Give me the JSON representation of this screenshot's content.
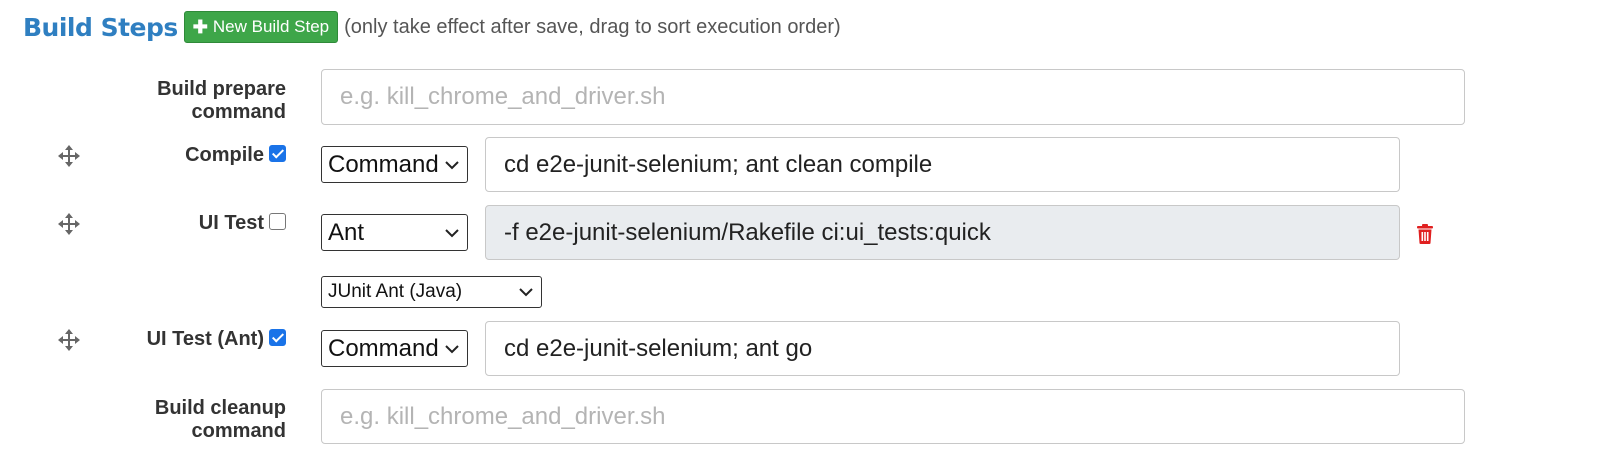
{
  "header": {
    "title": "Build Steps",
    "new_button_label": "New Build Step",
    "note": "(only take effect after save, drag to sort execution order)"
  },
  "steps": {
    "prepare": {
      "label_line1": "Build prepare",
      "label_line2": "command",
      "placeholder": "e.g. kill_chrome_and_driver.sh"
    },
    "compile": {
      "label": "Compile",
      "checked": true,
      "type": "Command",
      "value": "cd e2e-junit-selenium; ant clean compile"
    },
    "ui_test": {
      "label": "UI Test",
      "checked": false,
      "type": "Ant",
      "value": "-f e2e-junit-selenium/Rakefile ci:ui_tests:quick",
      "reporter": "JUnit Ant (Java)"
    },
    "ui_test_ant": {
      "label": "UI Test (Ant)",
      "checked": true,
      "type": "Command",
      "value": "cd e2e-junit-selenium; ant go"
    },
    "cleanup": {
      "label_line1": "Build cleanup",
      "label_line2": "command",
      "placeholder": "e.g. kill_chrome_and_driver.sh"
    }
  },
  "icons": {
    "move": "move-icon",
    "trash": "trash-icon",
    "plus": "plus-icon",
    "chevron": "chevron-down-icon"
  },
  "colors": {
    "title": "#2f7fc1",
    "button": "#3ea649",
    "checkbox": "#1a73e8",
    "trash": "#e02020"
  }
}
